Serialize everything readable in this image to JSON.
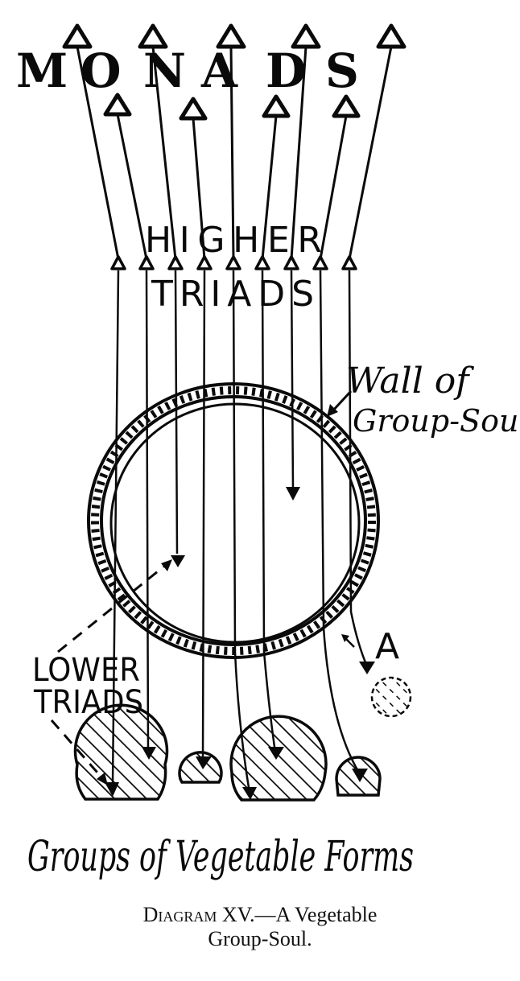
{
  "diagram": {
    "top_label_letters": [
      "M",
      "O",
      "N",
      "A",
      "D",
      "S"
    ],
    "top_label": "MONADS",
    "higher_triads_line1": "HIGHER",
    "higher_triads_line2": "TRIADS",
    "wall_label_line1": "Wall of",
    "wall_label_line2": "Group-Soul",
    "lower_triads_line1": "LOWER",
    "lower_triads_line2": "TRIADS",
    "point_label": "A",
    "bottom_label": "Groups of Vegetable Forms",
    "monad_count": 9,
    "higher_triad_count": 9,
    "vegetable_form_groups": 5
  },
  "caption": {
    "prefix": "Diagram",
    "numeral": "XV.",
    "dash": "—",
    "title_line1": "A Vegetable",
    "title_line2": "Group-Soul."
  }
}
